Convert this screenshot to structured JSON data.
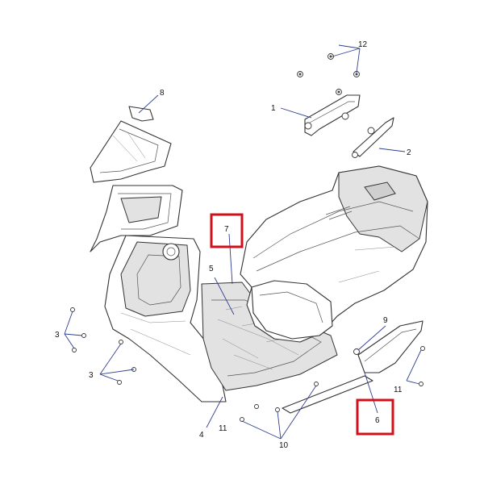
{
  "colors": {
    "leader": "#2f3f8f",
    "highlight": "#d0101b",
    "outline": "#333333"
  },
  "callouts": {
    "c1": "1",
    "c2": "2",
    "c3a": "3",
    "c3b": "3",
    "c4": "4",
    "c5": "5",
    "c6": "6",
    "c7": "7",
    "c8": "8",
    "c9": "9",
    "c10": "10",
    "c11a": "11",
    "c11b": "11",
    "c12": "12"
  }
}
